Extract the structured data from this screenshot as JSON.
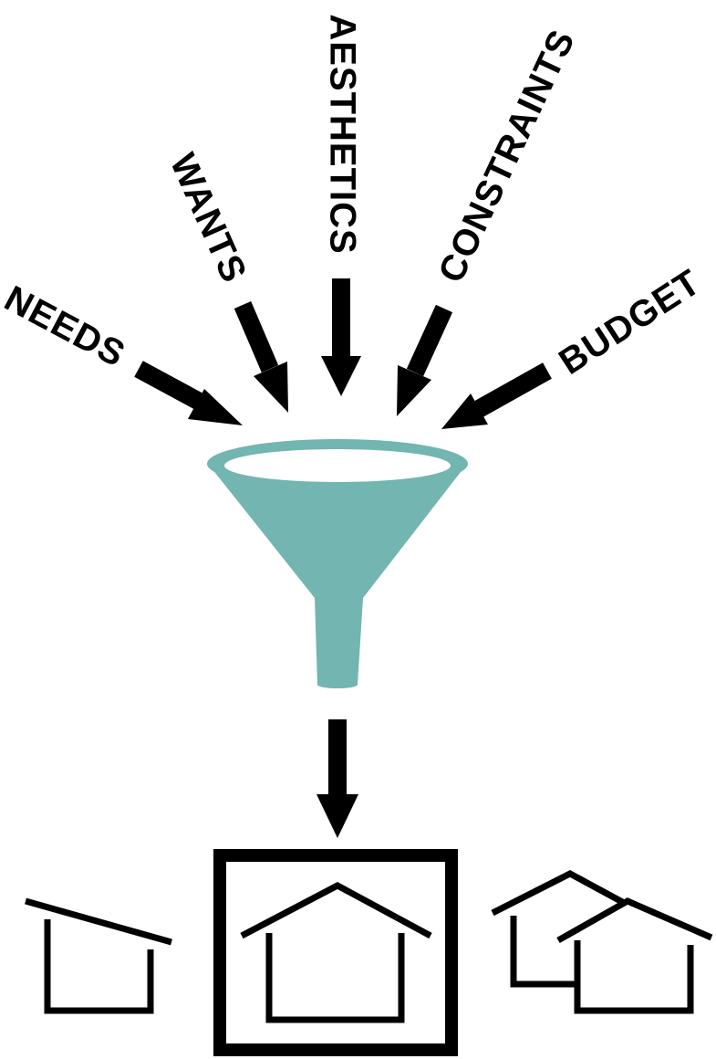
{
  "inputs": [
    {
      "label": "NEEDS"
    },
    {
      "label": "WANTS"
    },
    {
      "label": "AESTHETICS"
    },
    {
      "label": "CONSTRAINTS"
    },
    {
      "label": "BUDGET"
    }
  ],
  "colors": {
    "funnel": "#72b5b1",
    "ink": "#000000",
    "background": "#ffffff"
  },
  "outputs": [
    {
      "icon": "shed-house-icon",
      "selected": false
    },
    {
      "icon": "gable-house-icon",
      "selected": true
    },
    {
      "icon": "twin-houses-icon",
      "selected": false
    }
  ]
}
